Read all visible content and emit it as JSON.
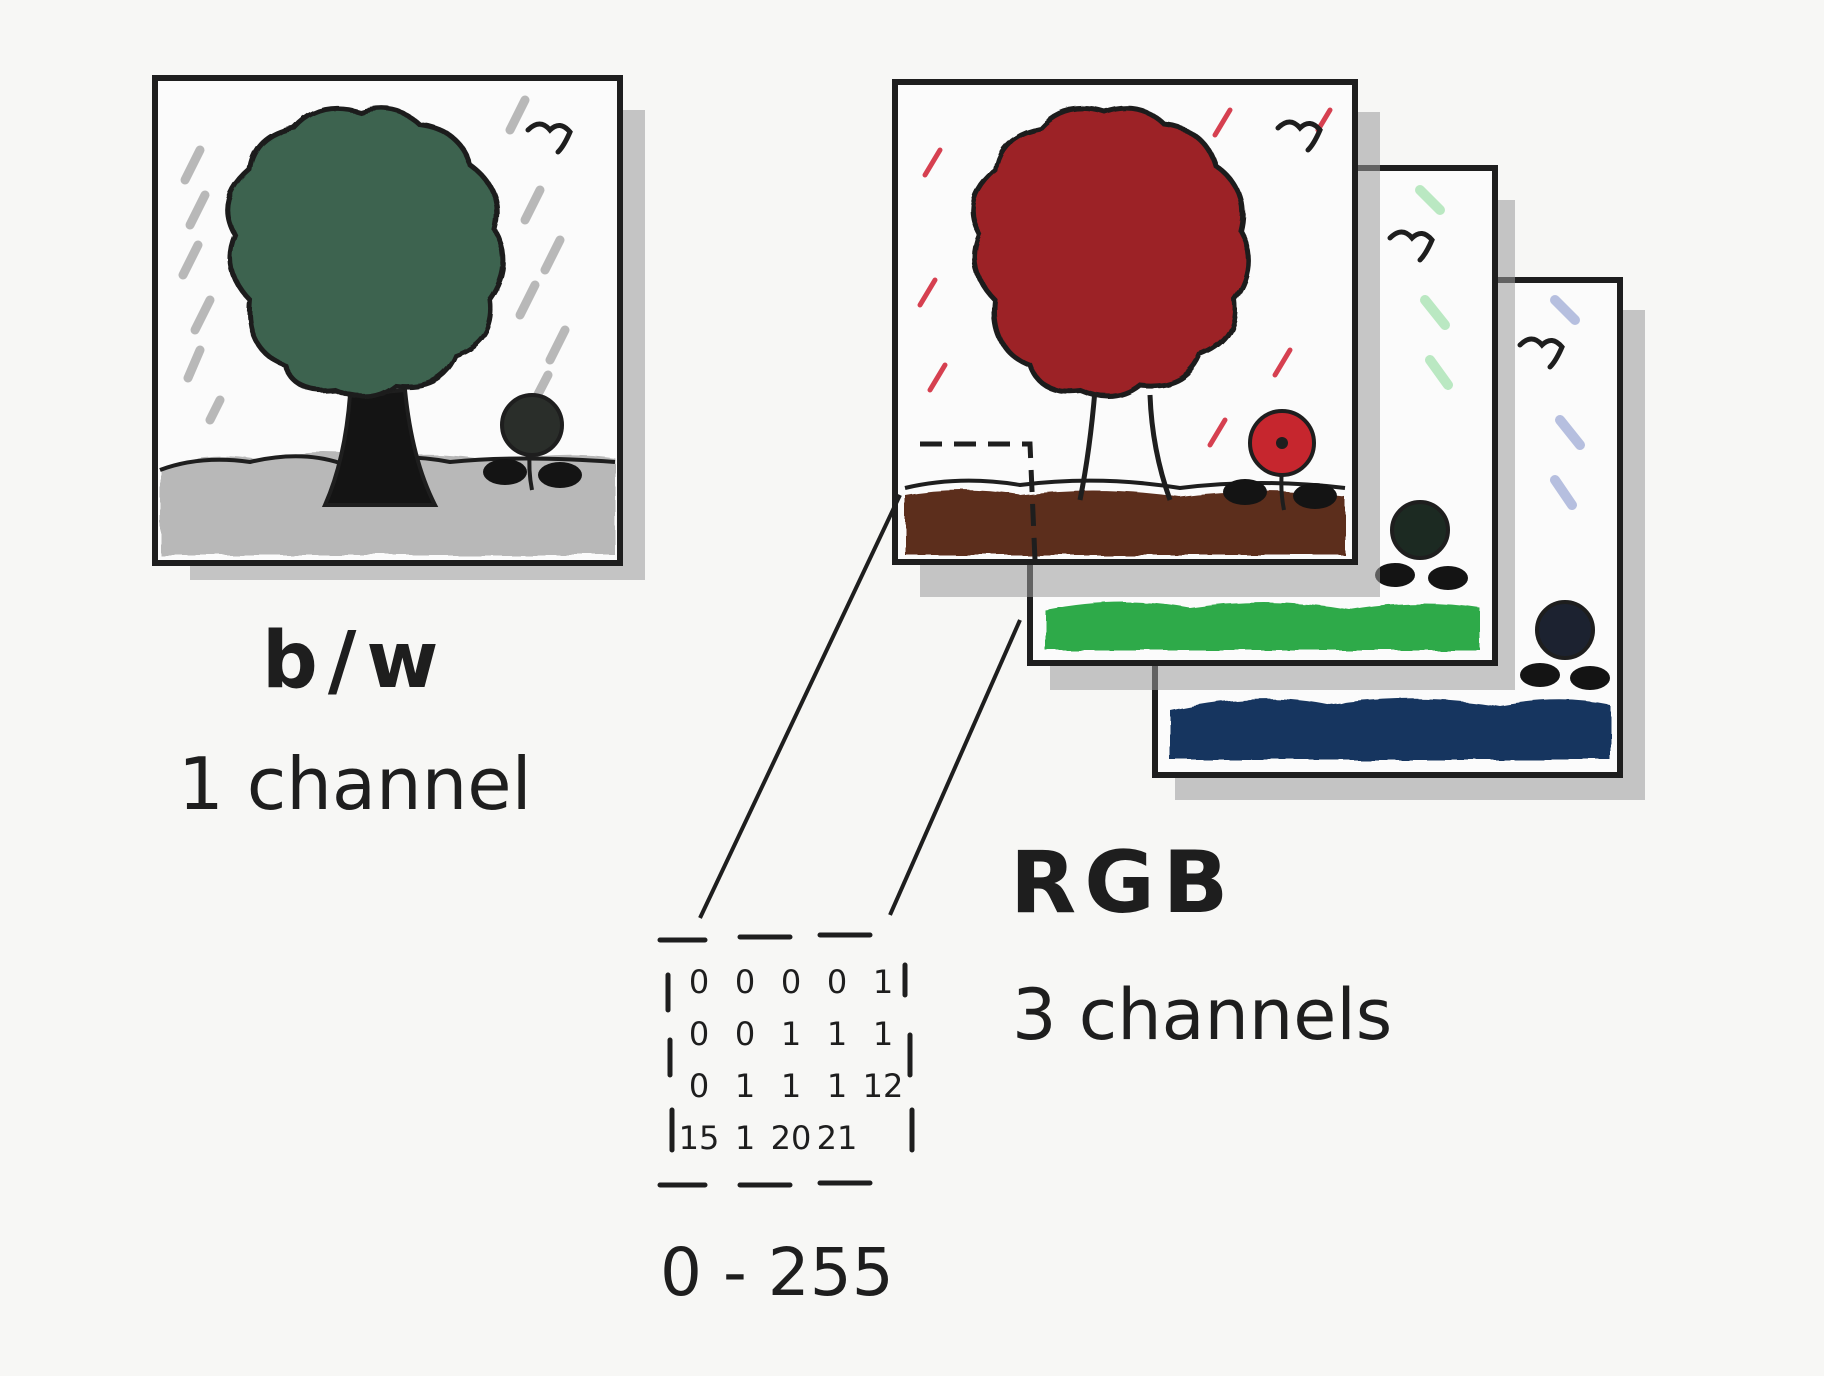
{
  "bw": {
    "title": "b/w",
    "subtitle": "1 channel",
    "palette": {
      "canopy": "#3c6450",
      "rain": "#a8a8a8",
      "ground": "#b8b8b8",
      "trunk": "#141414"
    }
  },
  "rgb": {
    "title": "RGB",
    "subtitle": "3 channels",
    "channels": [
      {
        "name": "R",
        "color": "#b8262d",
        "ground": "#5b2e1e"
      },
      {
        "name": "G",
        "color": "#2faa4a",
        "ground": "#2faa4a"
      },
      {
        "name": "B",
        "color": "#1f3f7a",
        "ground": "#15355e"
      }
    ]
  },
  "pixel_grid": {
    "rows": [
      [
        "0",
        "0",
        "0",
        "0",
        "1"
      ],
      [
        "0",
        "0",
        "1",
        "1",
        "1"
      ],
      [
        "0",
        "1",
        "1",
        "1",
        "12"
      ],
      [
        "15",
        "1",
        "20",
        "21",
        ""
      ]
    ]
  },
  "range_label": "0 - 255",
  "icons": [
    "tree-icon",
    "flower-icon",
    "bird-icon"
  ]
}
